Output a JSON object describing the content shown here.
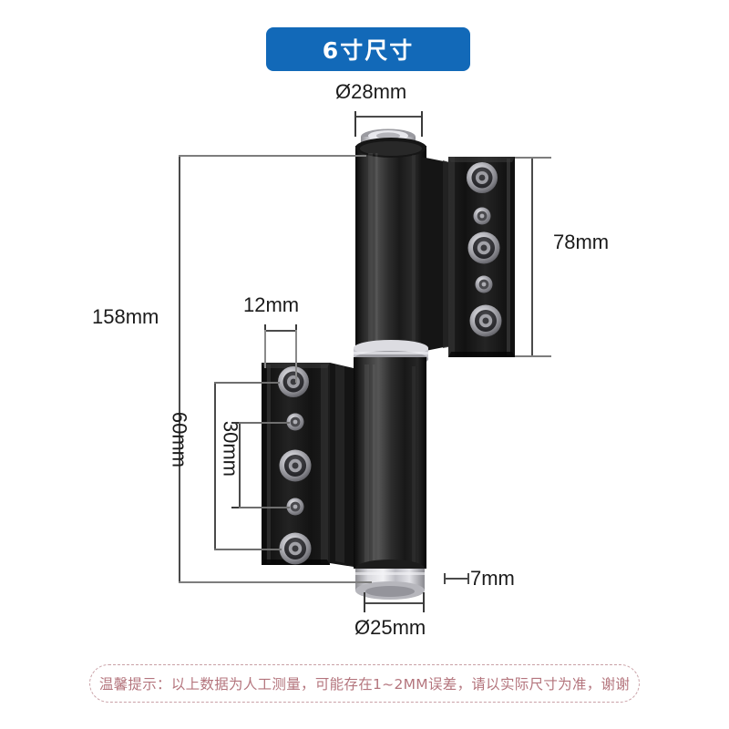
{
  "header": {
    "badge_label": "6寸尺寸"
  },
  "product": {
    "name": "door-hinge",
    "description": "black aluminium flag hinge, two leaves with cylindrical barrel"
  },
  "dimensions": {
    "top_diameter": "Ø28mm",
    "bottom_diameter": "Ø25mm",
    "overall_height": "158mm",
    "upper_leaf_height": "78mm",
    "leaf_width": "12mm",
    "screw_span_large": "60mm",
    "screw_span_small": "30mm",
    "plate_thickness": "7mm"
  },
  "footer": {
    "note": "温馨提示：以上数据为人工测量，可能存在1~2MM误差，请以实际尺寸为准，谢谢"
  },
  "colors": {
    "badge_blue": "#1269b8",
    "note_border": "#c9a0a6",
    "note_text": "#b4757d",
    "dimension_line": "#4a4a4a",
    "body_black": "#1a1a1a",
    "metal_silver": "#c8c8cc"
  }
}
